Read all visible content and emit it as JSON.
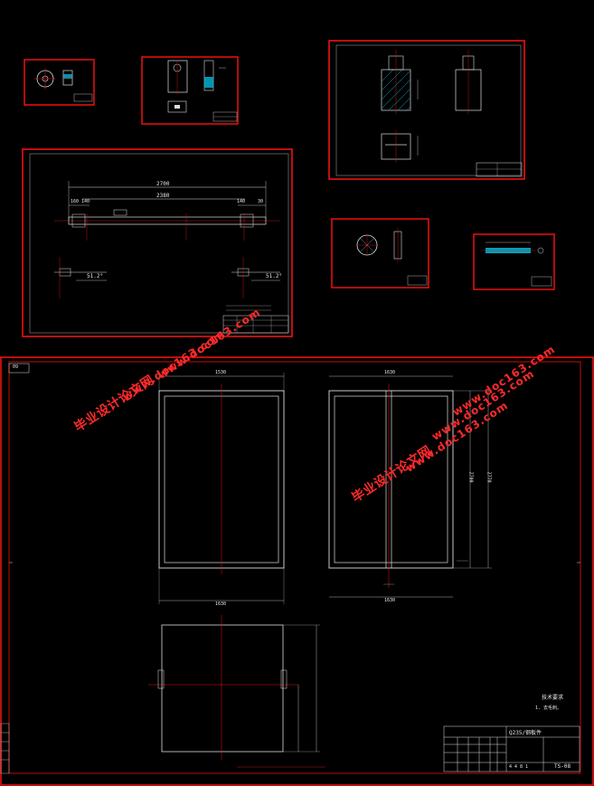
{
  "watermark": {
    "text": "毕业设计论文网",
    "url": "www.doc163.com"
  },
  "drawing_1": {
    "dims": {
      "overall": "2700",
      "inner": "2380",
      "left_a": "160",
      "left_b": "140",
      "right_a": "140",
      "right_b": "30",
      "slope": "51.2°"
    }
  },
  "main_drawing": {
    "sheet_tag": "09",
    "dims": {
      "top_width_a": "1530",
      "top_width_b": "1630",
      "bottom_width_a": "1630",
      "bottom_width_b": "1630",
      "height_a": "2700",
      "height_b": "2770"
    },
    "tech_req_title": "技术要求",
    "tech_req_line": "1. 去毛刺。",
    "title_block": {
      "material": "Q235/钢板件",
      "drawing_no": "TS-08",
      "scale_row": "4 4 8 1"
    }
  }
}
